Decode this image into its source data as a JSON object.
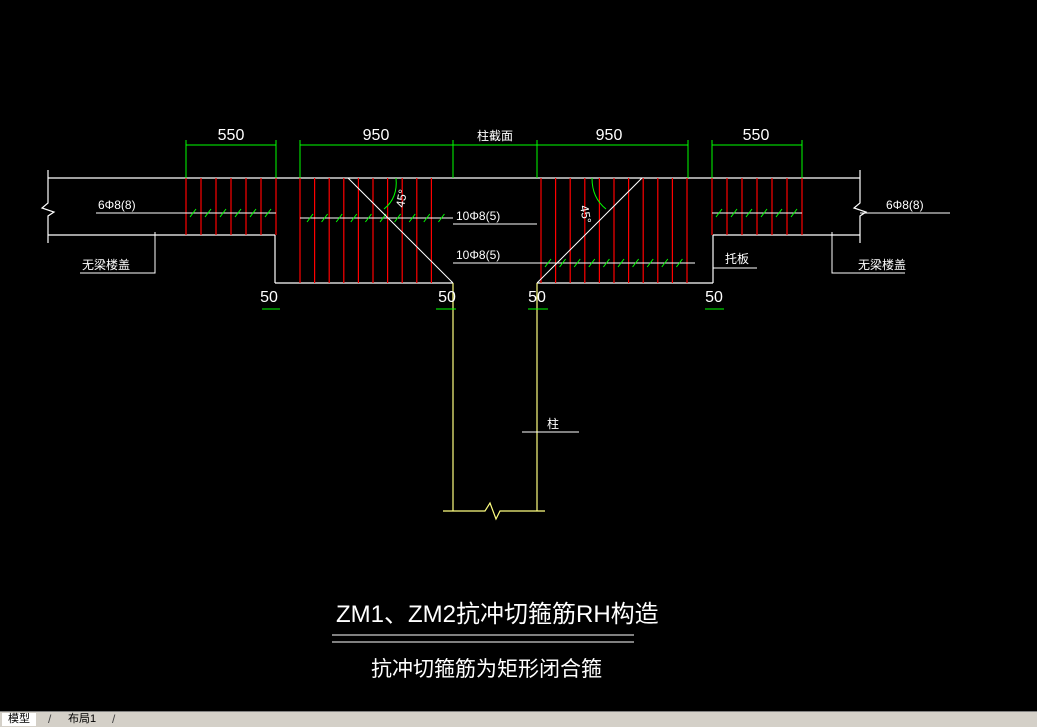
{
  "drawing": {
    "dims": {
      "left_550": "550",
      "left_950": "950",
      "center_label": "柱截面",
      "right_950": "950",
      "right_550": "550"
    },
    "rebar": {
      "left_stirrup": "6Φ8(8)",
      "right_stirrup": "6Φ8(8)",
      "upper_bar": "10Φ8(5)",
      "lower_bar": "10Φ8(5)"
    },
    "angles": {
      "left": "45°",
      "right": "45°"
    },
    "offsets": [
      "50",
      "50",
      "50",
      "50"
    ],
    "labels": {
      "left_slab": "无梁楼盖",
      "right_slab": "无梁楼盖",
      "drop_panel": "托板",
      "column": "柱"
    },
    "title": "ZM1、ZM2抗冲切箍筋RH构造",
    "subtitle": "抗冲切箍筋为矩形闭合箍"
  },
  "colors": {
    "background": "#000000",
    "outline": "#ffffff",
    "column": "#ffff80",
    "stirrup": "#ff0000",
    "dimension": "#00ff00"
  },
  "tabs": [
    "模型",
    "布局1"
  ]
}
